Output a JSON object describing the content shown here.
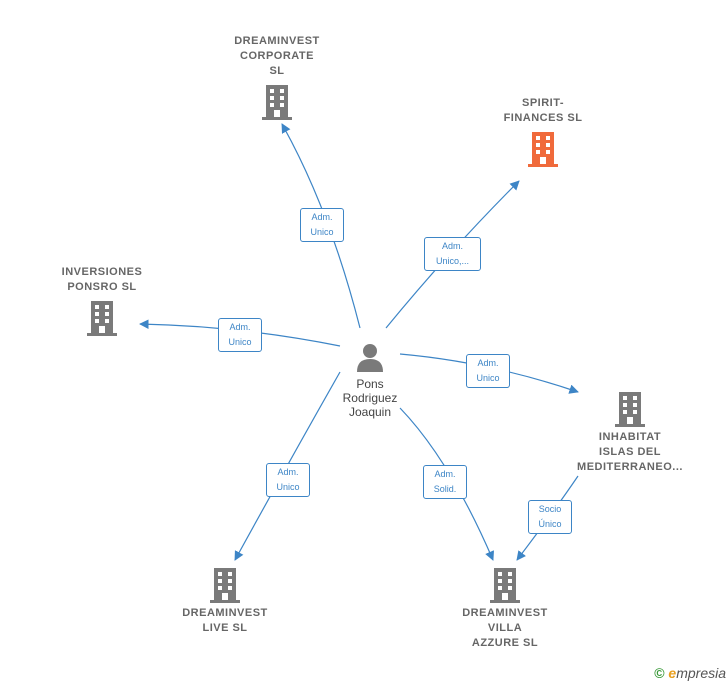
{
  "person": {
    "name_lines": [
      "Pons",
      "Rodriguez",
      "Joaquin"
    ]
  },
  "nodes": {
    "dreaminvest_corporate": {
      "lines": [
        "DREAMINVEST",
        "CORPORATE",
        "SL"
      ]
    },
    "spirit_finances": {
      "lines": [
        "SPIRIT-",
        "FINANCES SL"
      ],
      "color": "#f06a3b"
    },
    "inversiones_ponsro": {
      "lines": [
        "INVERSIONES",
        "PONSRO SL"
      ]
    },
    "inhabitat": {
      "lines": [
        "INHABITAT",
        "ISLAS DEL",
        "MEDITERRANEO..."
      ]
    },
    "dreaminvest_live": {
      "lines": [
        "DREAMINVEST",
        "LIVE SL"
      ]
    },
    "dreaminvest_villa": {
      "lines": [
        "DREAMINVEST",
        "VILLA",
        "AZZURE SL"
      ]
    }
  },
  "edges": {
    "corporate": [
      "Adm.",
      "Unico"
    ],
    "spirit": [
      "Adm.",
      "Unico,..."
    ],
    "ponsro": [
      "Adm.",
      "Unico"
    ],
    "inhabitat": [
      "Adm.",
      "Unico"
    ],
    "live": [
      "Adm.",
      "Unico"
    ],
    "villa": [
      "Adm.",
      "Solid."
    ],
    "inhabitat_villa": [
      "Socio",
      "Único"
    ]
  },
  "colors": {
    "building": "#7a7a7a",
    "highlight": "#f06a3b",
    "edge": "#3d85c6"
  },
  "footer": {
    "copyright": "©",
    "brand_initial": "e",
    "brand_rest": "mpresia"
  }
}
